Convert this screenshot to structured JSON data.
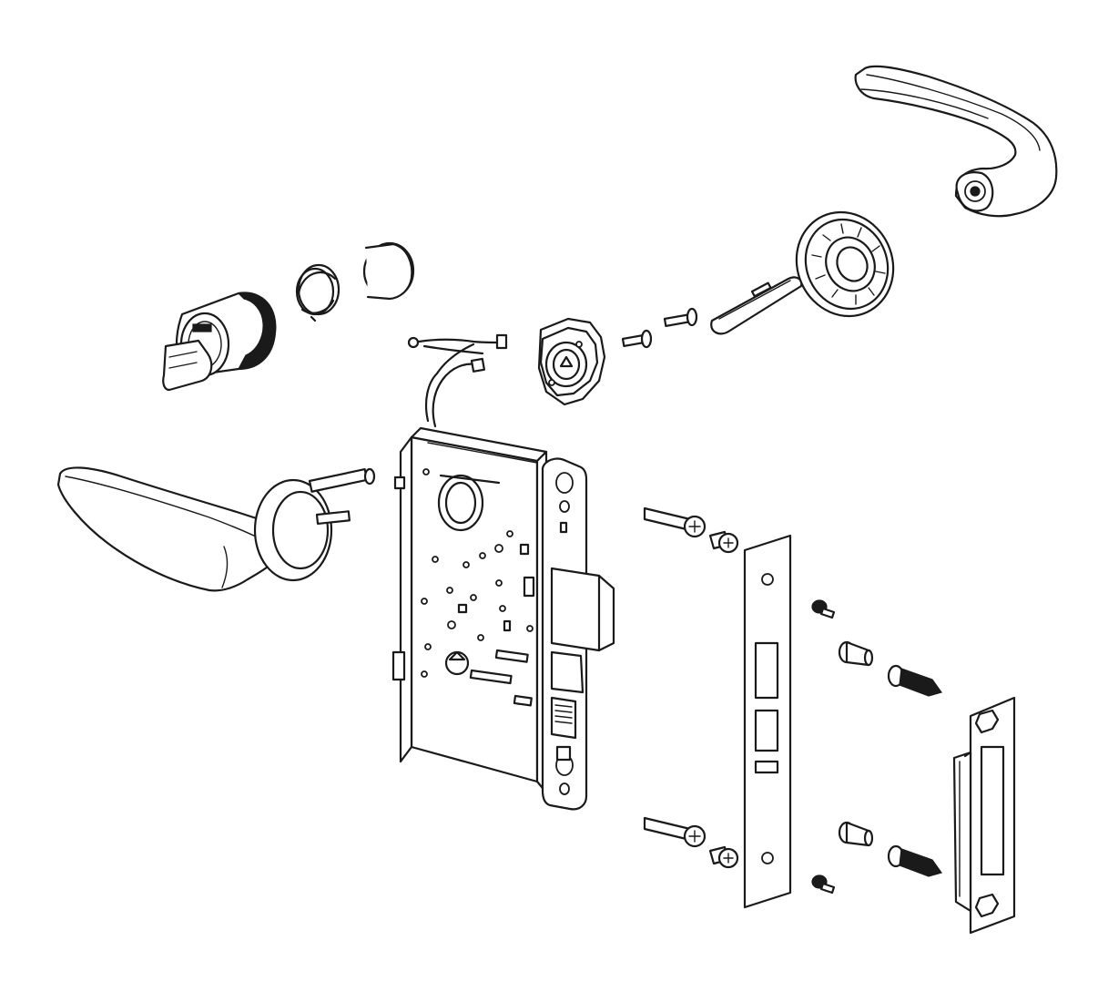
{
  "diagram": {
    "background": "#ffffff",
    "line_color": "#1a1a1a",
    "parts": [
      "outside-lever",
      "inside-lever",
      "mortise-cylinder",
      "cylinder-key",
      "cylinder-spring",
      "cylinder-collar",
      "wire-harness",
      "mounting-plate",
      "spindle-screw",
      "spindle-pin",
      "lever-spindle",
      "inside-rose",
      "outside-rose",
      "mortise-lock-body",
      "lock-body-screw",
      "faceplate-screw",
      "armor-front",
      "armor-screw",
      "strike-post",
      "strike-wood-screw",
      "strike-plate"
    ]
  }
}
